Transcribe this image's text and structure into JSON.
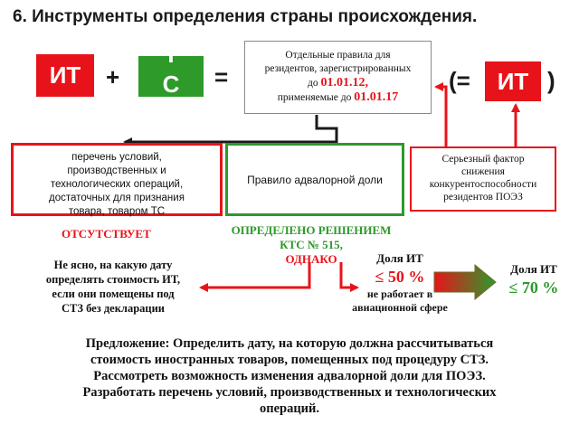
{
  "title": "6. Инструменты определения страны происхождения.",
  "formula": {
    "it_label": "ИТ",
    "plus": "+",
    "ts_top": "Т",
    "ts_bottom": "С",
    "equals": "=",
    "open_paren": "(=",
    "it_label_2": "ИТ",
    "close_paren": ")"
  },
  "rules_box": {
    "line1": "Отдельные правила для",
    "line2": "резидентов, зарегистрированных",
    "line3_prefix": "до ",
    "line3_date": "01.01.12,",
    "line4_prefix": "применяемые до ",
    "line4_date": "01.01.17"
  },
  "list_box": {
    "line1": "перечень условий,",
    "line2": "производственных и",
    "line3": "технологических операций,",
    "line4": "достаточных для признания",
    "line5": "товара, товаром ТС"
  },
  "ad_valorem_box": {
    "label": "Правило адвалорной доли"
  },
  "factor_box": {
    "line1": "Серьезный фактор",
    "line2": "снижения",
    "line3": "конкурентоспособности",
    "line4": "резидентов ПОЭЗ"
  },
  "absent_label": "ОТСУТСТВУЕТ",
  "decision": {
    "line1": "ОПРЕДЕЛЕНО РЕШЕНИЕМ",
    "line2": "КТС № 515,",
    "line3": "ОДНАКО"
  },
  "unclear_text": {
    "line1": "Не ясно, на какую дату",
    "line2": "определять стоимость ИТ,",
    "line3": "если они помещены под",
    "line4": "СТЗ без декларации"
  },
  "share_50": {
    "label": "Доля ИТ",
    "value": "≤ 50 %",
    "note1": "не работает в",
    "note2": "авиационной сфере"
  },
  "share_70": {
    "label": "Доля ИТ",
    "value": "≤ 70 %"
  },
  "proposal": {
    "line1": "Предложение: Определить дату, на которую должна рассчитываться",
    "line2": "стоимость иностранных товаров, помещенных под процедуру СТЗ.",
    "line3": "Рассмотреть возможность изменения адвалорной доли для ПОЭЗ.",
    "line4": "Разработать перечень условий, производственных и технологических",
    "line5": "операций."
  },
  "colors": {
    "red": "#e8131a",
    "green": "#2d9a2a",
    "black": "#1a1a1a"
  }
}
